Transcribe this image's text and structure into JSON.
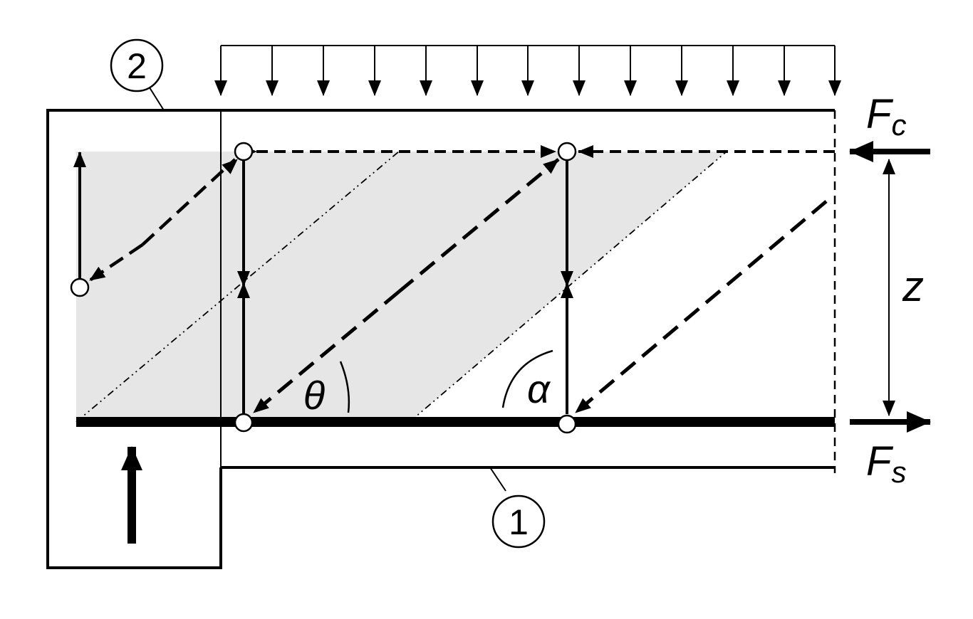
{
  "labels": {
    "compression_force": "F",
    "compression_sub": "c",
    "tension_force": "F",
    "tension_sub": "s",
    "lever_arm": "z",
    "strut_angle": "θ",
    "stirrup_angle": "α",
    "marker_1": "1",
    "marker_2": "2"
  },
  "colors": {
    "line": "#000000",
    "shaded_region": "#e6e6e6",
    "node_fill": "#ffffff"
  }
}
